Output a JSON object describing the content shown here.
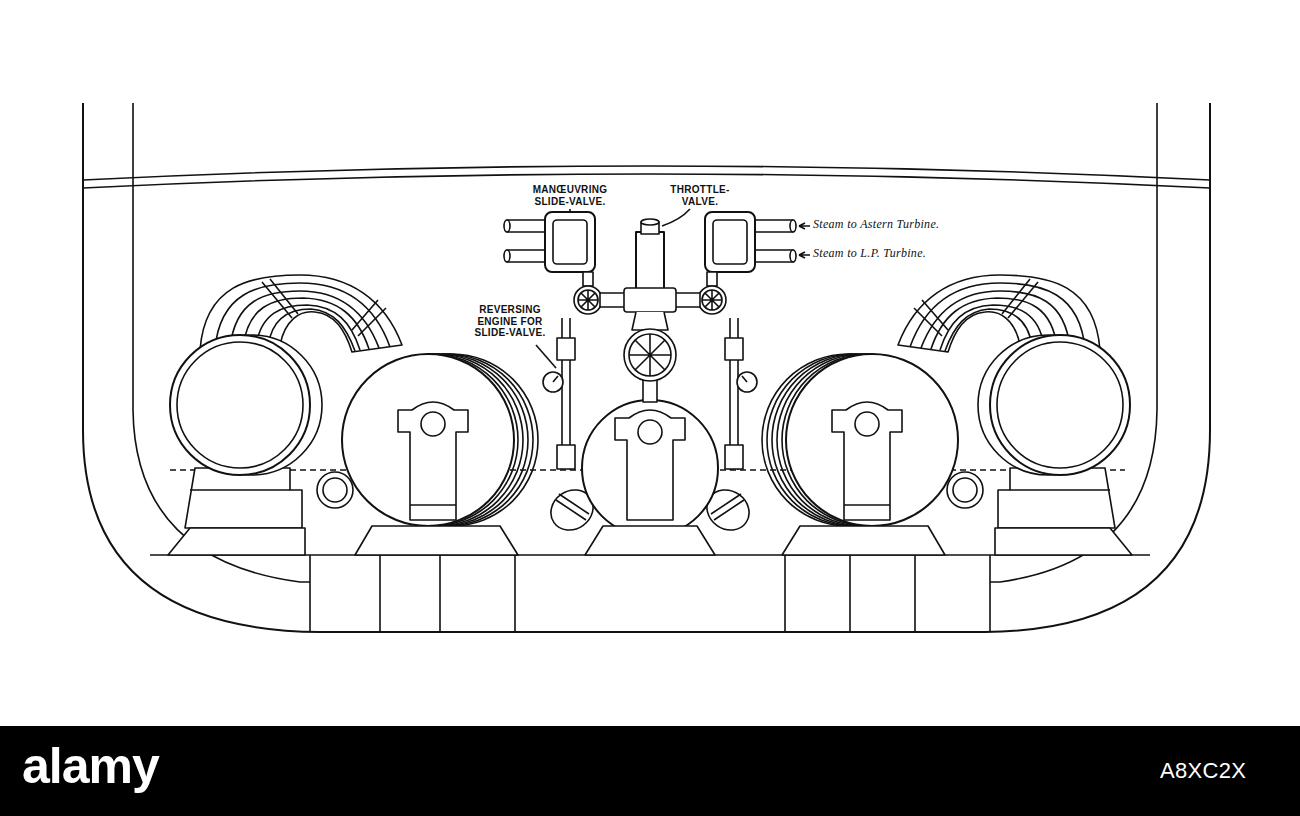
{
  "diagram": {
    "labels": [
      "MANŒUVRING SLIDE-VALVE.",
      "THROTTLE- VALVE.",
      "REVERSING ENGINE FOR SLIDE-VALVE.",
      "Steam to Astern Turbine.",
      "Steam to L.P. Turbine.",
      "alamy",
      "A8XC2X"
    ]
  }
}
